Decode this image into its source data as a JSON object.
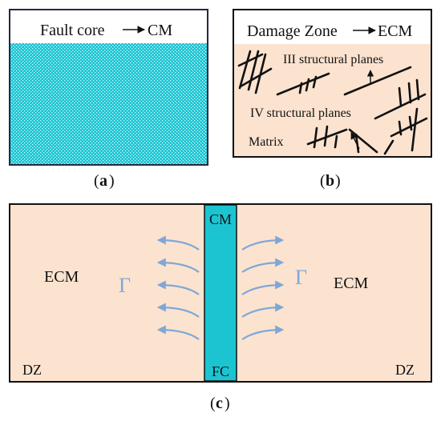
{
  "panel_a": {
    "title": "Fault core",
    "target": "CM",
    "caption_letter": "a",
    "fill_color": "#1cc4d2"
  },
  "panel_b": {
    "title": "Damage Zone",
    "target": "ECM",
    "label_iii": "III structural planes",
    "label_iv": "IV structural planes",
    "label_matrix": "Matrix",
    "caption_letter": "b",
    "fill_color": "#fbe3cf"
  },
  "panel_c": {
    "core_top": "CM",
    "core_bottom": "FC",
    "left_ecm": "ECM",
    "right_ecm": "ECM",
    "left_gamma": "Γ",
    "right_gamma": "Γ",
    "left_dz": "DZ",
    "right_dz": "DZ",
    "caption_letter": "c",
    "zone_color": "#fbe3cf",
    "core_color": "#1cc4d2",
    "arrow_color": "#7fa7d8"
  }
}
